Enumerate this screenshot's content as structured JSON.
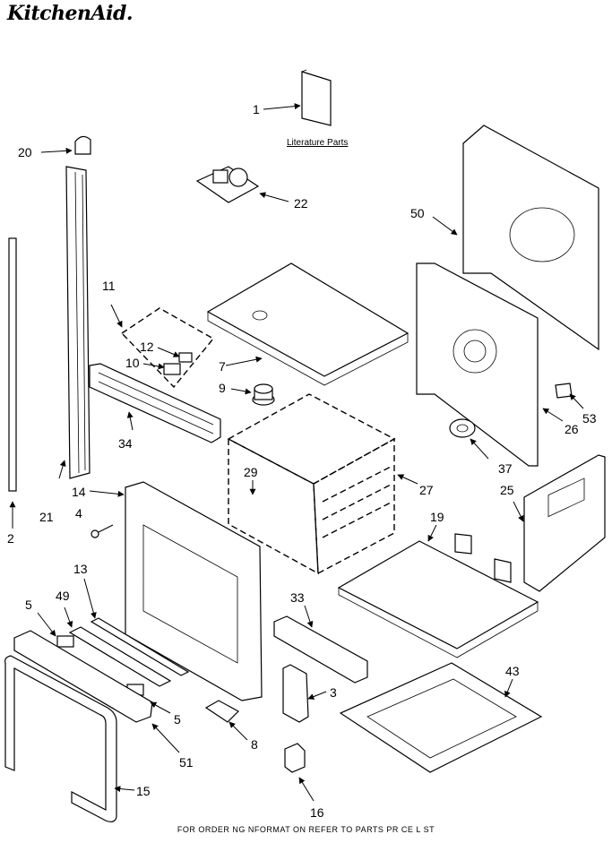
{
  "header": {
    "brand": "KitchenAid."
  },
  "literature_label": "Literature Parts",
  "footer": {
    "text": "FOR ORDER NG  NFORMAT ON REFER TO PARTS PR CE L ST"
  },
  "callouts": {
    "c1": "1",
    "c2": "2",
    "c3": "3",
    "c4": "4",
    "c5a": "5",
    "c5b": "5",
    "c7": "7",
    "c8": "8",
    "c9": "9",
    "c10": "10",
    "c11": "11",
    "c12": "12",
    "c13": "13",
    "c14": "14",
    "c15": "15",
    "c16": "16",
    "c19": "19",
    "c20": "20",
    "c21": "21",
    "c22": "22",
    "c25": "25",
    "c26": "26",
    "c27": "27",
    "c29": "29",
    "c33": "33",
    "c34": "34",
    "c37": "37",
    "c43": "43",
    "c49": "49",
    "c50": "50",
    "c51": "51",
    "c53": "53"
  }
}
